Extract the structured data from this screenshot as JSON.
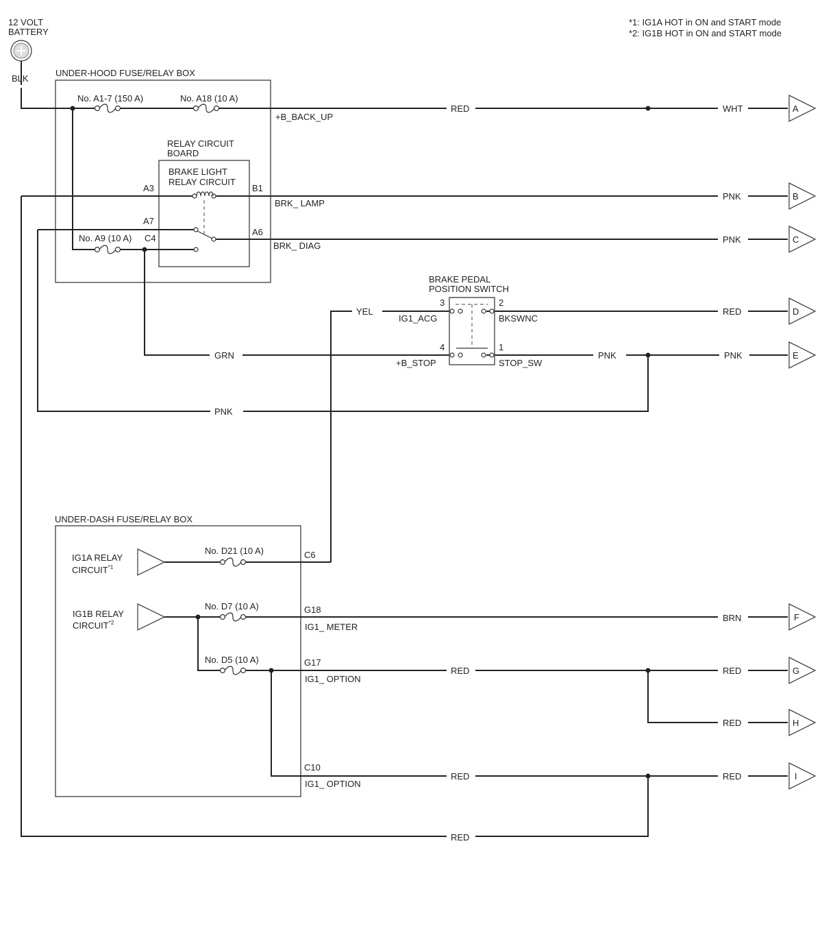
{
  "notes": [
    "*1: IG1A HOT in ON and START mode",
    "*2: IG1B HOT in ON and START mode"
  ],
  "battery": {
    "line1": "12 VOLT",
    "line2": "BATTERY",
    "wire": "BLK"
  },
  "under_hood": {
    "title": "UNDER-HOOD FUSE/RELAY BOX",
    "fuse_a17": "No. A1-7 (150 A)",
    "fuse_a18": "No. A18 (10 A)",
    "fuse_a9": "No. A9 (10 A)",
    "circuit_backup": "+B_BACK_UP",
    "relay_board": {
      "line1": "RELAY CIRCUIT",
      "line2": "BOARD"
    },
    "relay": {
      "line1": "BRAKE LIGHT",
      "line2": "RELAY CIRCUIT"
    },
    "pins": {
      "a3": "A3",
      "b1": "B1",
      "a7": "A7",
      "c4": "C4",
      "a6": "A6"
    },
    "brk_lamp": "BRK_ LAMP",
    "brk_diag": "BRK_ DIAG"
  },
  "switch": {
    "line1": "BRAKE PEDAL",
    "line2": "POSITION SWITCH",
    "pins": {
      "p3": "3",
      "p2": "2",
      "p4": "4",
      "p1": "1"
    },
    "ig1_acg": "IG1_ACG",
    "bkswnc": "BKSWNC",
    "b_stop": "+B_STOP",
    "stop_sw": "STOP_SW"
  },
  "under_dash": {
    "title": "UNDER-DASH FUSE/RELAY BOX",
    "ig1a": {
      "line1": "IG1A RELAY",
      "line2": "CIRCUIT",
      "note": "*1"
    },
    "ig1b": {
      "line1": "IG1B RELAY",
      "line2": "CIRCUIT",
      "note": "*2"
    },
    "fuse_d21": "No. D21 (10 A)",
    "fuse_d7": "No. D7 (10 A)",
    "fuse_d5": "No. D5 (10 A)",
    "pins": {
      "c6": "C6",
      "g18": "G18",
      "g17": "G17",
      "c10": "C10"
    },
    "ig1_meter": "IG1_ METER",
    "ig1_option_g17": "IG1_ OPTION",
    "ig1_option_c10": "IG1_ OPTION"
  },
  "wire_colors": {
    "backup_red": "RED",
    "a_wht": "WHT",
    "b_pnk": "PNK",
    "c_pnk": "PNK",
    "yel": "YEL",
    "d_red": "RED",
    "grn": "GRN",
    "stop_pnk": "PNK",
    "e_pnk": "PNK",
    "return_pnk": "PNK",
    "f_brn": "BRN",
    "g17_red": "RED",
    "g_red": "RED",
    "h_red": "RED",
    "c10_red": "RED",
    "i_red": "RED",
    "bottom_red": "RED"
  },
  "outputs": [
    "A",
    "B",
    "C",
    "D",
    "E",
    "F",
    "G",
    "H",
    "I"
  ]
}
